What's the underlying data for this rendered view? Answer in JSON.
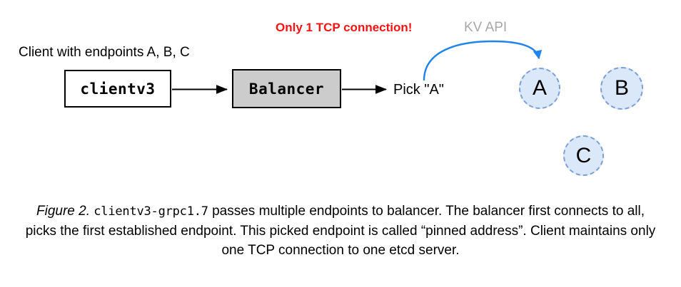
{
  "figure": {
    "diagram": {
      "client_label": "Client with endpoints A, B, C",
      "tcp_note": "Only 1 TCP connection!",
      "api_label": "KV API",
      "pick_label": "Pick \"A\"",
      "nodes": [
        {
          "id": "clientv3",
          "label": "clientv3"
        },
        {
          "id": "balancer",
          "label": "Balancer"
        }
      ],
      "endpoints": [
        {
          "id": "a",
          "label": "A"
        },
        {
          "id": "b",
          "label": "B"
        },
        {
          "id": "c",
          "label": "C"
        }
      ],
      "colors": {
        "tcp_note": "#fb1212",
        "api_label": "#a8a8a8",
        "arrow_blue": "#1f84ec",
        "endpoint_fill": "#dae8fa",
        "endpoint_stroke": "#7d9fd4",
        "balancer_fill": "#cccccc",
        "box_stroke": "#000000"
      }
    },
    "caption": {
      "figure_number": "Figure 2.",
      "mono_term": "clientv3-grpc1.7",
      "text_after": " passes multiple endpoints to balancer. The balancer first connects to all, picks the first established endpoint. This picked endpoint is called “pinned address”. Client maintains only one TCP connection to one etcd server."
    }
  }
}
